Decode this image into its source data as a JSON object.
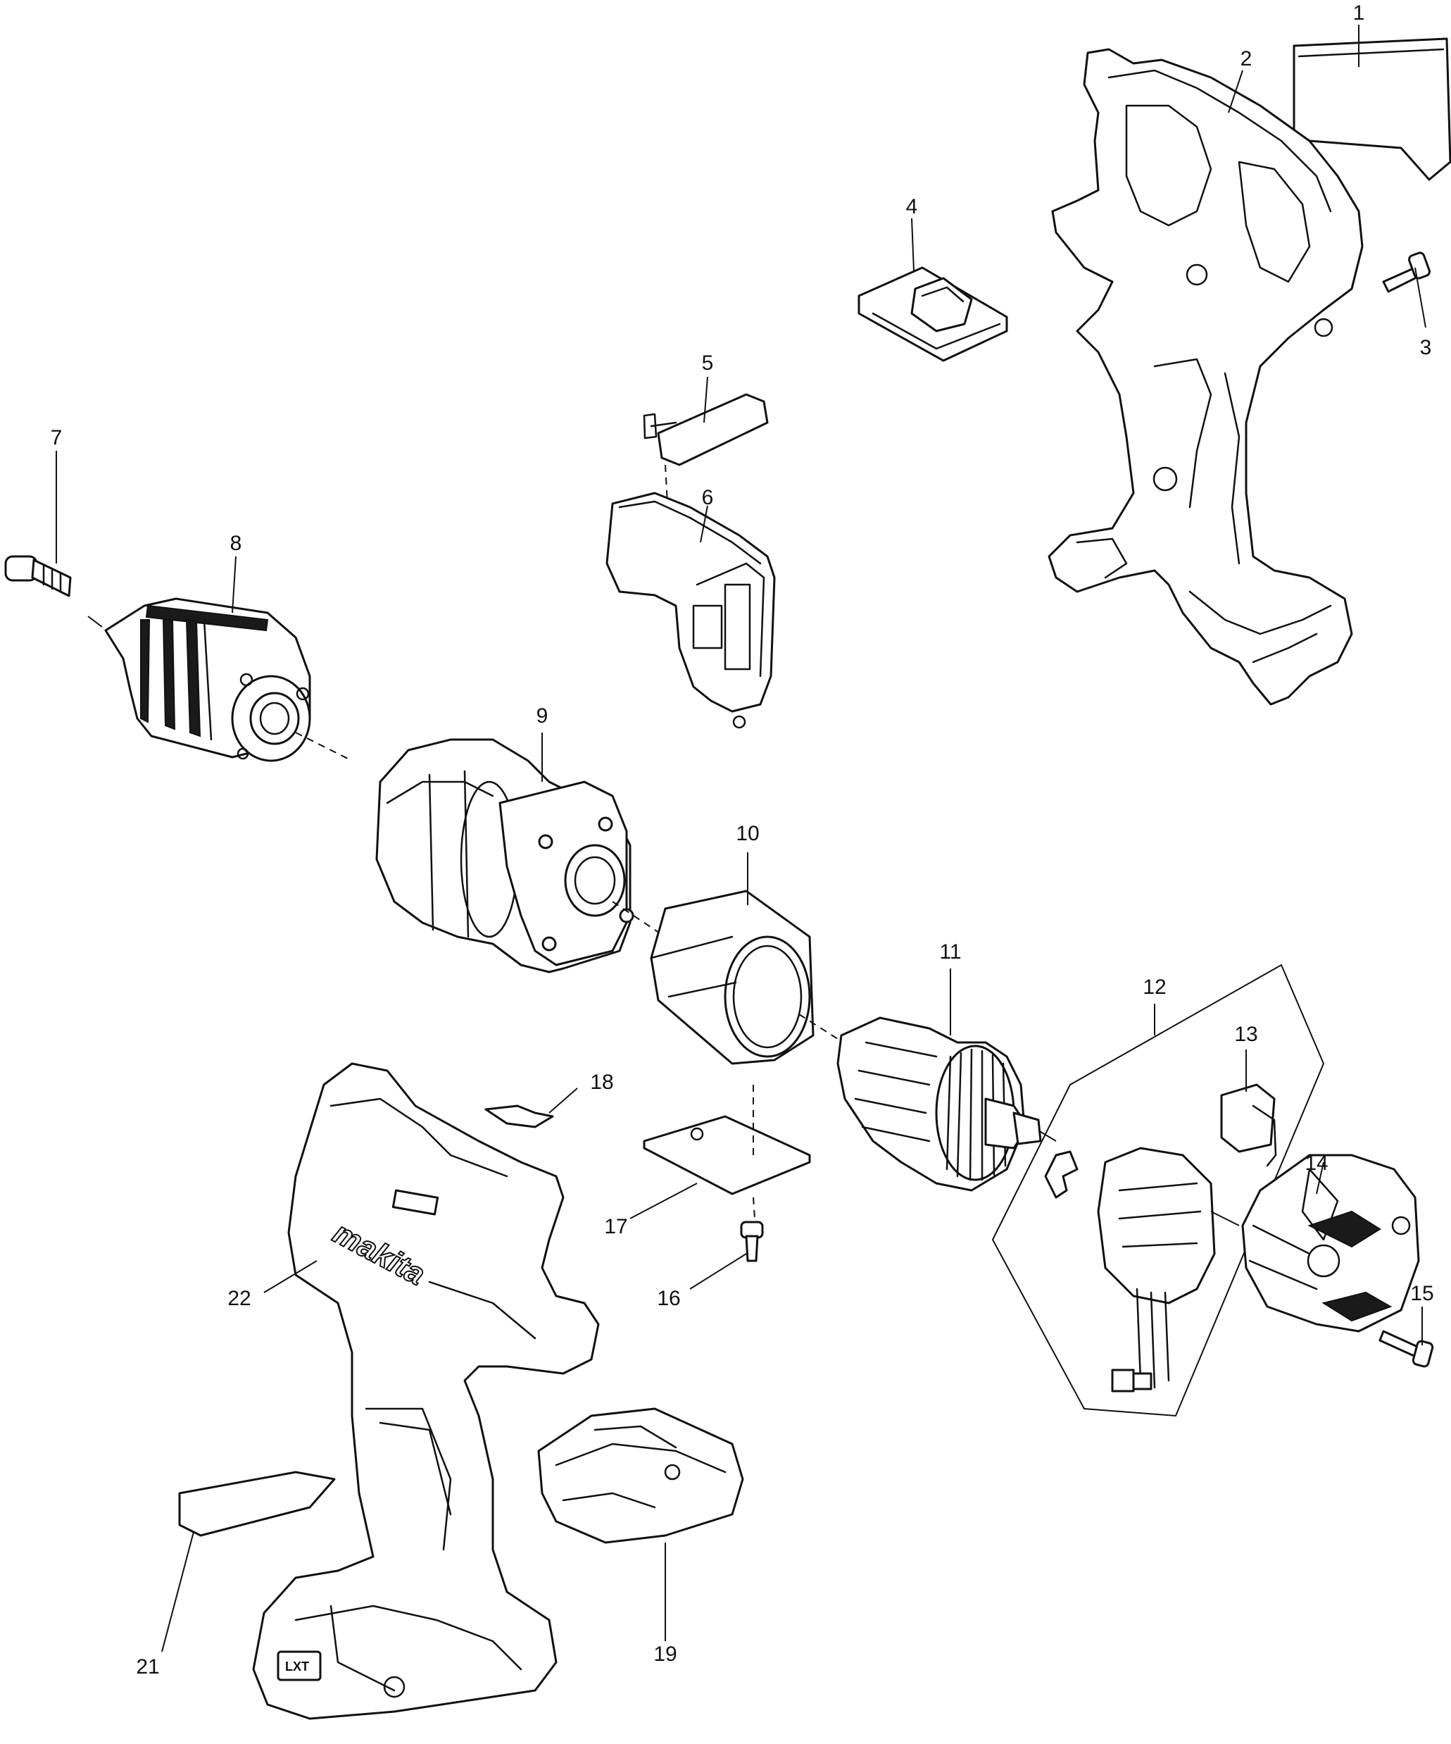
{
  "callouts": {
    "c1": "1",
    "c2": "2",
    "c3": "3",
    "c4": "4",
    "c5": "5",
    "c6": "6",
    "c7": "7",
    "c8": "8",
    "c9": "9",
    "c10": "10",
    "c11": "11",
    "c12": "12",
    "c13": "13",
    "c14": "14",
    "c15": "15",
    "c16": "16",
    "c17": "17",
    "c18": "18",
    "c19": "19",
    "c21": "21",
    "c22": "22"
  },
  "markings": {
    "brand": "makita",
    "battery_badge": "LXT"
  },
  "colors": {
    "line": "#111111",
    "background": "#ffffff"
  }
}
